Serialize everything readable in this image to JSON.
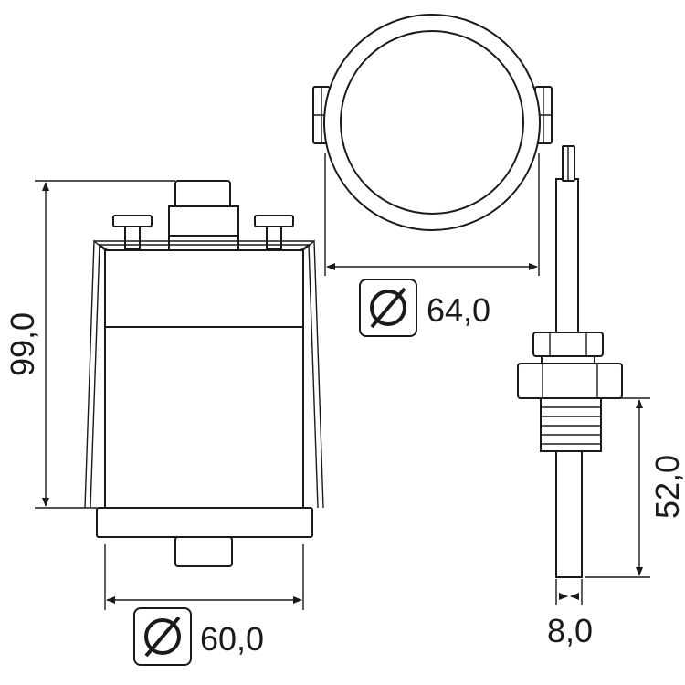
{
  "dimensions": {
    "height_total": "99,0",
    "diameter_base": "60,0",
    "diameter_clamp": "64,0",
    "probe_length": "52,0",
    "probe_diameter": "8,0"
  },
  "symbols": {
    "diameter": "diameter-symbol"
  }
}
